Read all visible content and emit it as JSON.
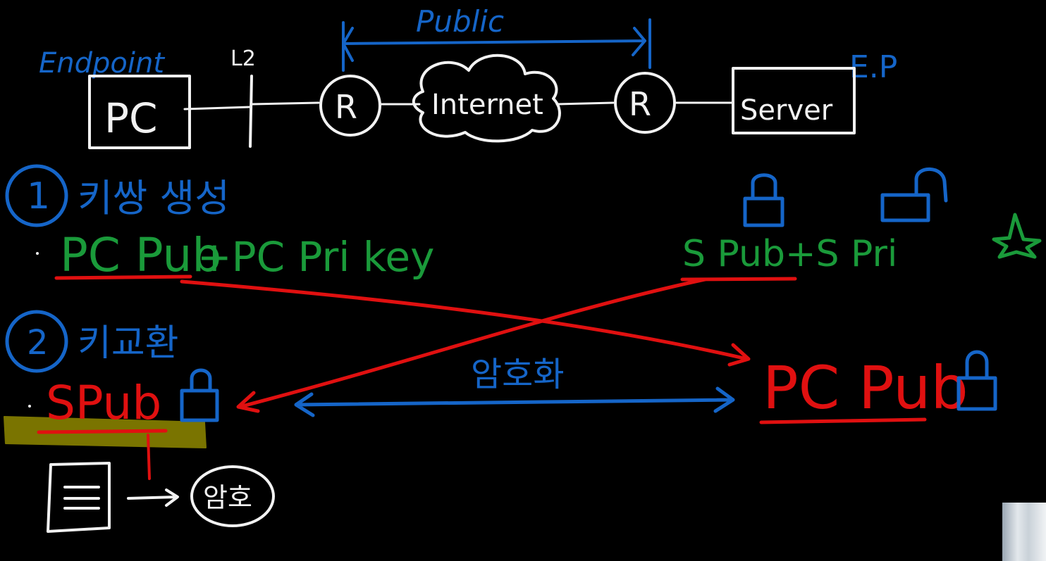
{
  "colors": {
    "background": "#000000",
    "white": "#f2f2f2",
    "blue": "#1565c8",
    "green": "#1a9a3a",
    "red": "#e01010",
    "highlight": "#7a7400"
  },
  "top": {
    "public_label": "Public",
    "endpoint_label": "Endpoint",
    "ep_label": "E.P",
    "l2_label": "L2",
    "pc_label": "PC",
    "router_left": "R",
    "router_right": "R",
    "internet_label": "Internet",
    "server_label": "Server"
  },
  "step1": {
    "number": "1",
    "title": "키쌍 생성",
    "pc_pub": "PC Pub",
    "pc_rest": "+PC Pri key",
    "s_keys": "S Pub+S Pri"
  },
  "step2": {
    "number": "2",
    "title": "키교환",
    "s_pub": "SPub",
    "encrypt": "암호화",
    "pc_pub": "PC Pub",
    "result": "암호"
  },
  "icons": [
    "lock-icon",
    "unlock-icon",
    "star-icon",
    "document-icon",
    "cloud-icon"
  ]
}
